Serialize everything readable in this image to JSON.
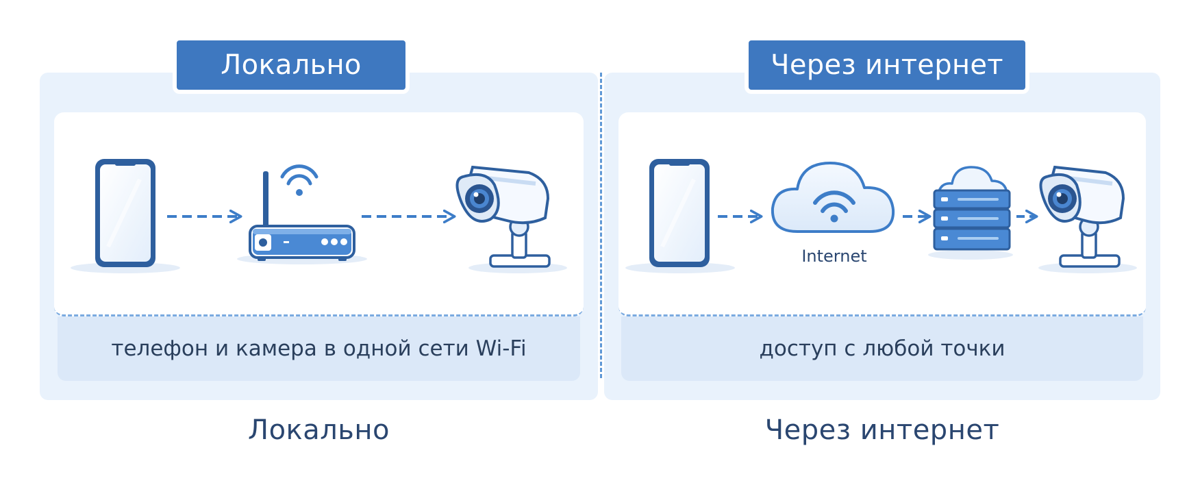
{
  "left": {
    "tag": "Локально",
    "note": "телефон и камера в одной сети Wi-Fi",
    "caption": "Локально"
  },
  "right": {
    "tag": "Через интернет",
    "cloud_label": "Internet",
    "note": "доступ с любой точки",
    "caption": "Через интернет"
  },
  "icons": {
    "left": [
      "smartphone-icon",
      "wifi-router-icon",
      "security-camera-icon"
    ],
    "right": [
      "smartphone-icon",
      "internet-cloud-icon",
      "cloud-server-icon",
      "security-camera-icon"
    ]
  },
  "colors": {
    "accent": "#3e78c0",
    "panel": "#e9f2fc",
    "strip": "#dbe8f8",
    "arrow": "#3d7dc8",
    "text": "#2a4670"
  }
}
